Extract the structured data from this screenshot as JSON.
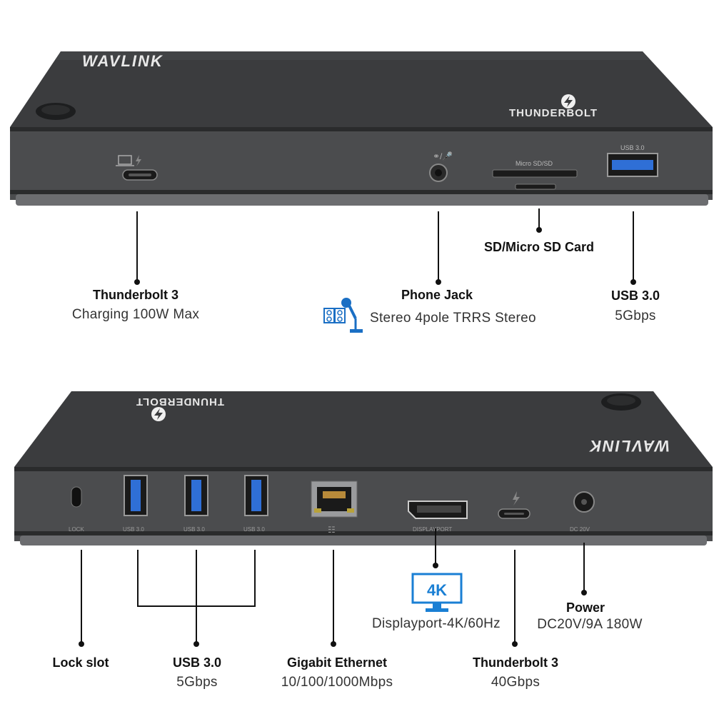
{
  "brand": "WAVLINK",
  "brand_mark": "THUNDERBOLT",
  "top_panel": {
    "port_labels": {
      "sd": "Micro SD/SD",
      "usb": "USB 3.0"
    },
    "callouts": {
      "tb3_title": "Thunderbolt 3",
      "tb3_sub": "Charging 100W Max",
      "phone_title": "Phone Jack",
      "phone_sub": "Stereo 4pole TRRS Stereo",
      "sd_title": "SD/Micro SD Card",
      "usb_title": "USB 3.0",
      "usb_sub": "5Gbps"
    }
  },
  "bottom_panel": {
    "port_labels": {
      "lock": "LOCK",
      "usb1": "USB 3.0",
      "usb2": "USB 3.0",
      "usb3": "USB 3.0",
      "displayport": "DISPLAYPORT",
      "dc": "DC 20V"
    },
    "callouts": {
      "lock_title": "Lock slot",
      "usb_title": "USB 3.0",
      "usb_sub": "5Gbps",
      "eth_title": "Gigabit  Ethernet",
      "eth_sub": "10/100/1000Mbps",
      "dp_badge": "4K",
      "dp_sub": "Displayport-4K/60Hz",
      "tb3_title": "Thunderbolt 3",
      "tb3_sub": "40Gbps",
      "power_title": "Power",
      "power_sub": "DC20V/9A 180W"
    }
  },
  "colors": {
    "device_top": "#3a3b3d",
    "device_front": "#4a4b4d",
    "usb_blue": "#2f6fd6",
    "accent_blue": "#1a7fd4"
  }
}
